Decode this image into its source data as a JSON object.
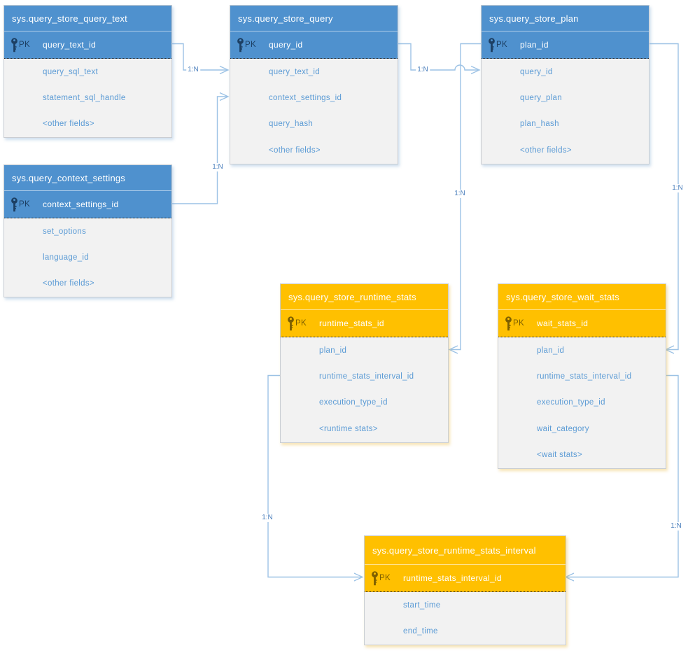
{
  "diagram": {
    "kind": "entity-relationship",
    "subject": "SQL Server Query Store catalog views"
  },
  "colors": {
    "header_blue": "#4f91ce",
    "header_orange": "#ffc000",
    "field_text_blue": "#5b9bd5",
    "connector_blue": "#9cc2e5",
    "body_gray": "#f2f2f2",
    "pk_key_blue": "#1c3f63",
    "pk_key_brown": "#7d5f00"
  },
  "tables": [
    {
      "title": "sys.query_store_query_text",
      "theme": "blue",
      "pk_label": "PK",
      "pk_field": "query_text_id",
      "fields": [
        "query_sql_text",
        "statement_sql_handle",
        "<other fields>"
      ]
    },
    {
      "title": "sys.query_store_query",
      "theme": "blue",
      "pk_label": "PK",
      "pk_field": "query_id",
      "fields": [
        "query_text_id",
        "context_settings_id",
        "query_hash",
        "<other fields>"
      ]
    },
    {
      "title": "sys.query_store_plan",
      "theme": "blue",
      "pk_label": "PK",
      "pk_field": "plan_id",
      "fields": [
        "query_id",
        "query_plan",
        "plan_hash",
        "<other fields>"
      ]
    },
    {
      "title": "sys.query_context_settings",
      "theme": "blue",
      "pk_label": "PK",
      "pk_field": "context_settings_id",
      "fields": [
        "set_options",
        "language_id",
        "<other fields>"
      ]
    },
    {
      "title": "sys.query_store_runtime_stats",
      "theme": "orange",
      "pk_label": "PK",
      "pk_field": "runtime_stats_id",
      "fields": [
        "plan_id",
        "runtime_stats_interval_id",
        "execution_type_id",
        "<runtime stats>"
      ]
    },
    {
      "title": "sys.query_store_wait_stats",
      "theme": "orange",
      "pk_label": "PK",
      "pk_field": "wait_stats_id",
      "fields": [
        "plan_id",
        "runtime_stats_interval_id",
        "execution_type_id",
        "wait_category",
        "<wait stats>"
      ]
    },
    {
      "title": "sys.query_store_runtime_stats_interval",
      "theme": "orange",
      "pk_label": "PK",
      "pk_field": "runtime_stats_interval_id",
      "fields": [
        "start_time",
        "end_time"
      ]
    }
  ],
  "connectors": [
    {
      "label": "1:N",
      "from": "sys.query_store_query_text.query_text_id",
      "to": "sys.query_store_query.query_text_id"
    },
    {
      "label": "1:N",
      "from": "sys.query_context_settings.context_settings_id",
      "to": "sys.query_store_query.context_settings_id"
    },
    {
      "label": "1:N",
      "from": "sys.query_store_query.query_id",
      "to": "sys.query_store_plan.query_id"
    },
    {
      "label": "1:N",
      "from": "sys.query_store_plan.plan_id",
      "to": "sys.query_store_runtime_stats.plan_id"
    },
    {
      "label": "1:N",
      "from": "sys.query_store_plan.plan_id",
      "to": "sys.query_store_wait_stats.plan_id"
    },
    {
      "label": "1:N",
      "from": "sys.query_store_runtime_stats.runtime_stats_interval_id",
      "to": "sys.query_store_runtime_stats_interval.runtime_stats_interval_id"
    },
    {
      "label": "1:N",
      "from": "sys.query_store_wait_stats.runtime_stats_interval_id",
      "to": "sys.query_store_runtime_stats_interval.runtime_stats_interval_id"
    }
  ]
}
